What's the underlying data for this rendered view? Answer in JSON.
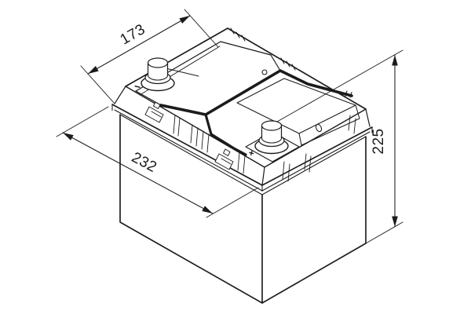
{
  "drawing": {
    "dimensions": {
      "width": "173",
      "depth": "232",
      "height": "225"
    },
    "markings": {
      "negative_terminal": "−",
      "positive_terminal": "+"
    },
    "colors": {
      "line": "#1b1b1b",
      "background": "#ffffff"
    }
  }
}
